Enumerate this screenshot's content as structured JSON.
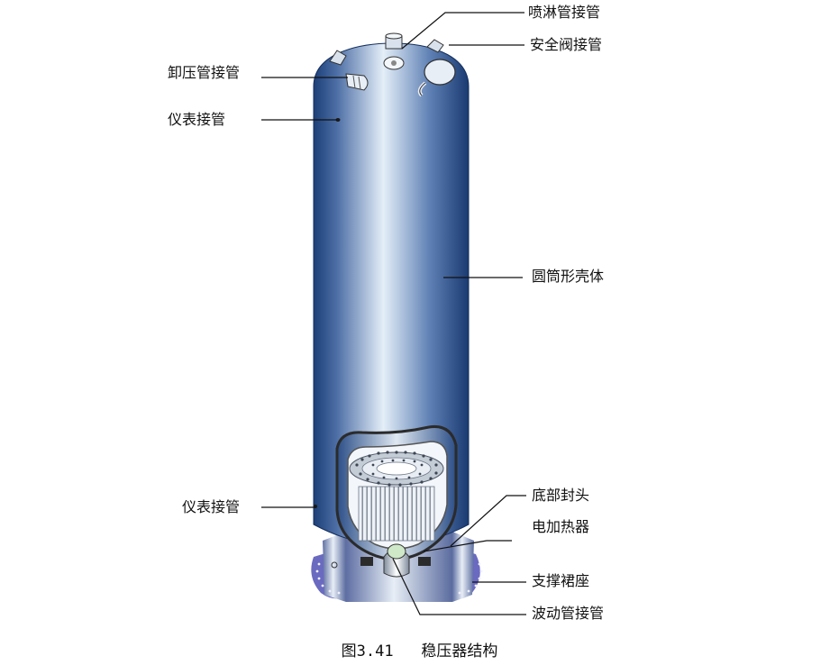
{
  "labels": {
    "spray_nozzle": "喷淋管接管",
    "safety_valve_nozzle": "安全阀接管",
    "relief_nozzle": "卸压管接管",
    "instrument_nozzle_top": "仪表接管",
    "cylindrical_shell": "圆筒形壳体",
    "instrument_nozzle_bottom": "仪表接管",
    "bottom_head": "底部封头",
    "electric_heater": "电加热器",
    "support_skirt": "支撑裙座",
    "surge_line_nozzle": "波动管接管"
  },
  "caption": {
    "figure_number": "图3.41",
    "title": "稳压器结构"
  },
  "colors": {
    "shell_dark": "#1d3f78",
    "shell_light": "#e4eef8",
    "skirt_purple": "#6a6ac0",
    "cutaway_outline": "#2b2b2b"
  }
}
